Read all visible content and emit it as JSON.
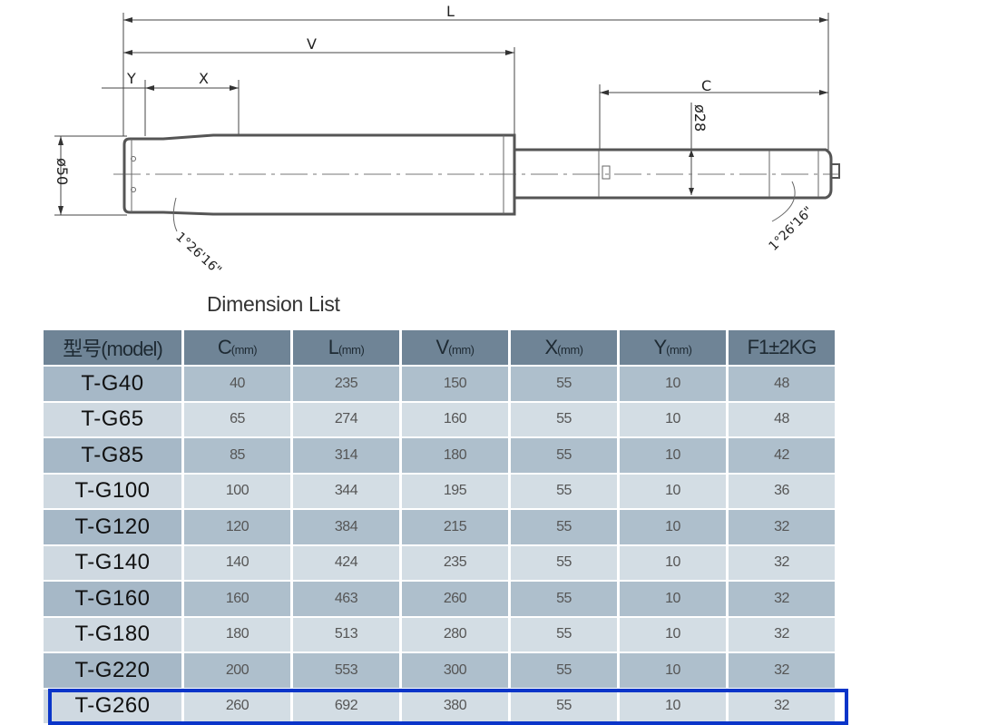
{
  "drawing": {
    "dim_L": "L",
    "dim_V": "V",
    "dim_Y": "Y",
    "dim_X": "X",
    "dim_C": "C",
    "dia_body": "ø50",
    "dia_rod": "ø28",
    "taper_angle_left": "1°26'16\"",
    "taper_angle_right": "1°26'16\""
  },
  "title": "Dimension List",
  "highlight_color": "#0a35c9",
  "table": {
    "headers": [
      {
        "main": "型号(model)",
        "unit": ""
      },
      {
        "main": "C",
        "unit": "(mm)"
      },
      {
        "main": "L",
        "unit": "(mm)"
      },
      {
        "main": "V",
        "unit": "(mm)"
      },
      {
        "main": "X",
        "unit": "(mm)"
      },
      {
        "main": "Y",
        "unit": "(mm)"
      },
      {
        "main": "F1±2KG",
        "unit": ""
      }
    ],
    "rows": [
      [
        "T-G40",
        "40",
        "235",
        "150",
        "55",
        "10",
        "48"
      ],
      [
        "T-G65",
        "65",
        "274",
        "160",
        "55",
        "10",
        "48"
      ],
      [
        "T-G85",
        "85",
        "314",
        "180",
        "55",
        "10",
        "42"
      ],
      [
        "T-G100",
        "100",
        "344",
        "195",
        "55",
        "10",
        "36"
      ],
      [
        "T-G120",
        "120",
        "384",
        "215",
        "55",
        "10",
        "32"
      ],
      [
        "T-G140",
        "140",
        "424",
        "235",
        "55",
        "10",
        "32"
      ],
      [
        "T-G160",
        "160",
        "463",
        "260",
        "55",
        "10",
        "32"
      ],
      [
        "T-G180",
        "180",
        "513",
        "280",
        "55",
        "10",
        "32"
      ],
      [
        "T-G220",
        "200",
        "553",
        "300",
        "55",
        "10",
        "32"
      ],
      [
        "T-G260",
        "260",
        "692",
        "380",
        "55",
        "10",
        "32"
      ]
    ]
  }
}
